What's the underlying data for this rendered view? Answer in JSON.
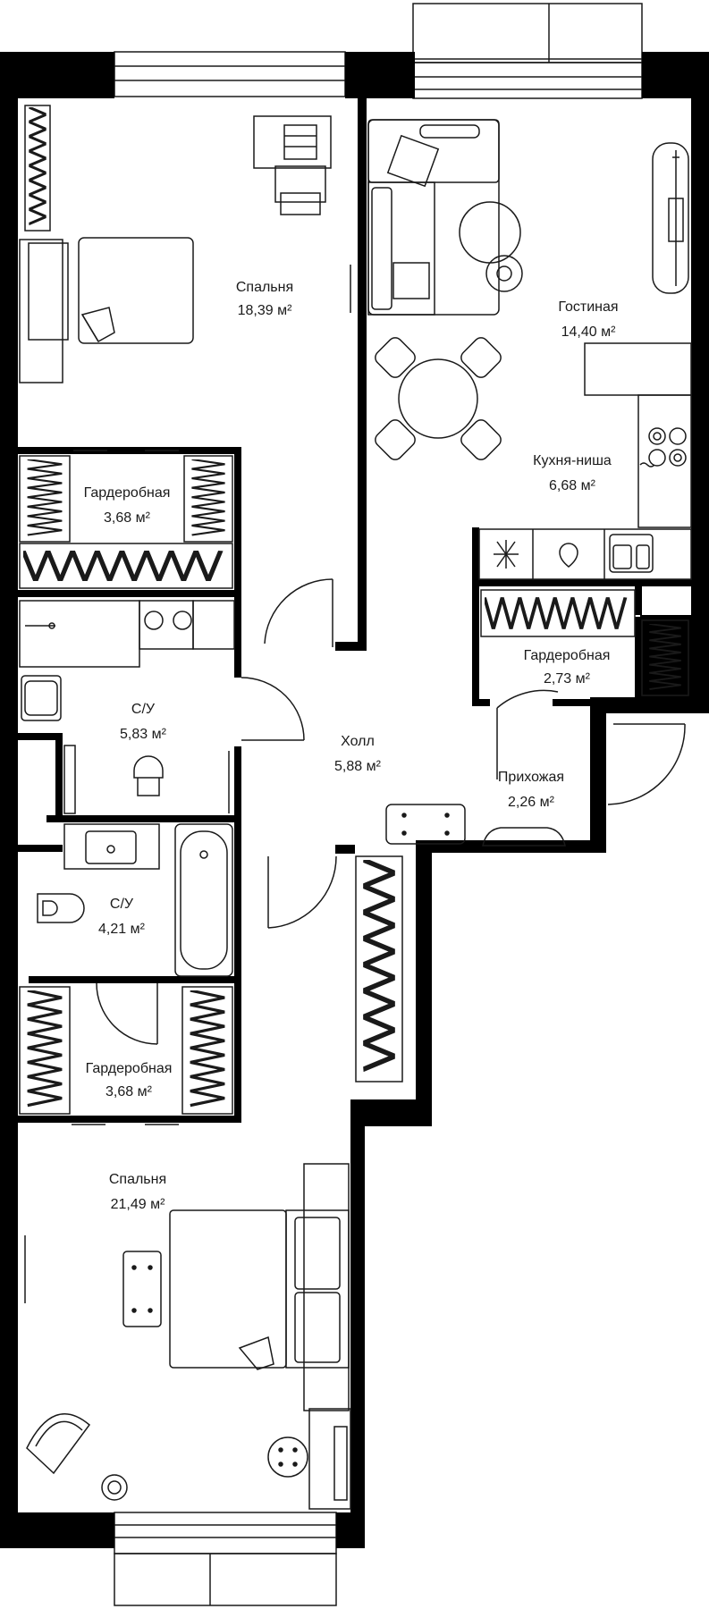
{
  "rooms": {
    "bedroom_1": {
      "name": "Спальня",
      "area": "18,39 м²"
    },
    "living": {
      "name": "Гостиная",
      "area": "14,40 м²"
    },
    "kitchen": {
      "name": "Кухня-ниша",
      "area": "6,68 м²"
    },
    "wardrobe_1": {
      "name": "Гардеробная",
      "area": "3,68 м²"
    },
    "wardrobe_2": {
      "name": "Гардеробная",
      "area": "2,73 м²"
    },
    "bath_1": {
      "name": "С/У",
      "area": "5,83 м²"
    },
    "hall": {
      "name": "Холл",
      "area": "5,88 м²"
    },
    "entrance": {
      "name": "Прихожая",
      "area": "2,26 м²"
    },
    "bath_2": {
      "name": "С/У",
      "area": "4,21 м²"
    },
    "wardrobe_3": {
      "name": "Гардеробная",
      "area": "3,68 м²"
    },
    "bedroom_2": {
      "name": "Спальня",
      "area": "21,49 м²"
    }
  },
  "colors": {
    "wall": "#000000",
    "line": "#1a1a1a",
    "background": "#ffffff"
  }
}
